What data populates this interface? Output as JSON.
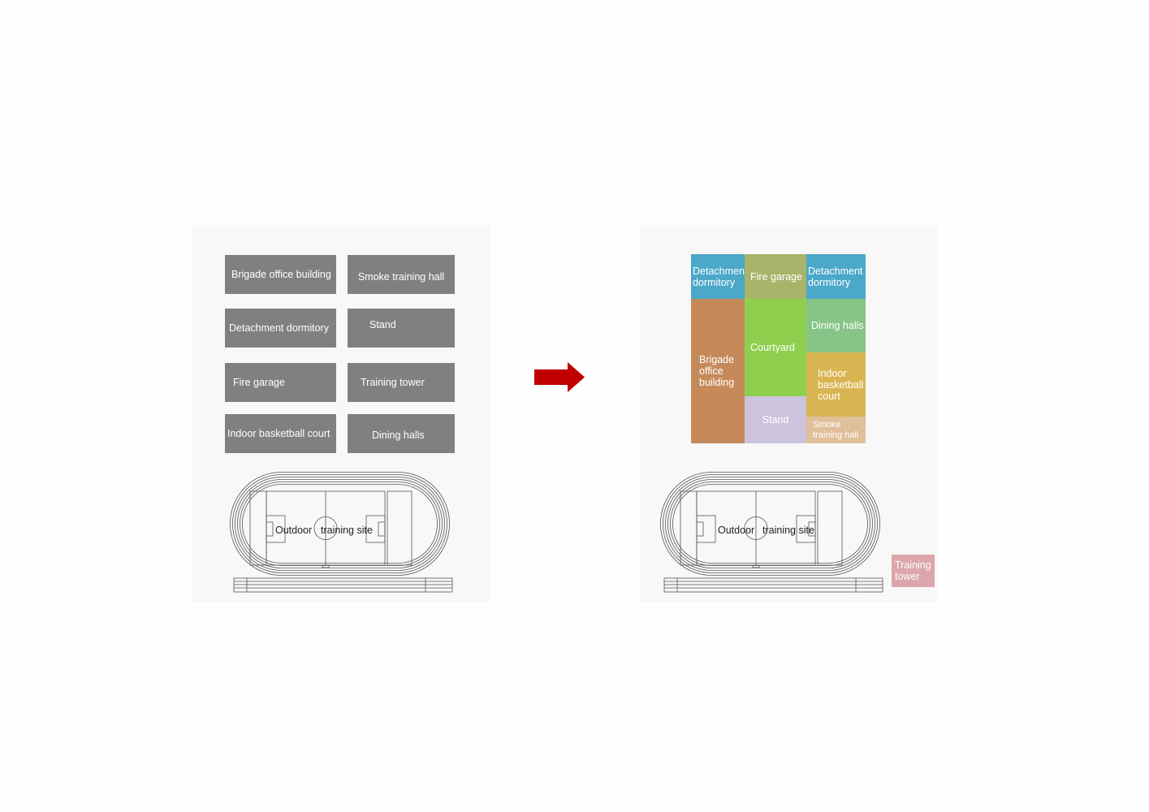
{
  "before": {
    "blocks": {
      "brigade_office": "Brigade office building",
      "smoke_hall": "Smoke training hall",
      "dormitory": "Detachment dormitory",
      "stand": "Stand",
      "fire_garage": "Fire garage",
      "training_tower": "Training tower",
      "basketball": "Indoor basketball court",
      "dining": "Dining halls"
    },
    "track_label_left": "Outdoor",
    "track_label_right": "training site"
  },
  "after": {
    "zones": {
      "dormitory_left": "Detachment\ndormitory",
      "fire_garage": "Fire garage",
      "dormitory_right": "Detachment\ndormitory",
      "brigade_office": "Brigade\noffice\nbuilding",
      "courtyard": "Courtyard",
      "dining": "Dining halls",
      "basketball": "Indoor\nbasketball\ncourt",
      "stand": "Stand",
      "smoke_hall": "Smoke\ntraining  hall",
      "training_tower": "Training\ntower"
    },
    "track_label_left": "Outdoor",
    "track_label_right": "training site"
  },
  "colors": {
    "block_gray": "#808080",
    "arrow_red": "#c00000",
    "dormitory": "#4ba8c8",
    "fire_garage": "#a8b46a",
    "brigade_office": "#c68a5a",
    "courtyard": "#8ed04e",
    "dining": "#86c488",
    "basketball": "#d8b550",
    "stand": "#cdc3dd",
    "smoke_hall": "#e0c09a",
    "training_tower": "#dca6aa"
  }
}
